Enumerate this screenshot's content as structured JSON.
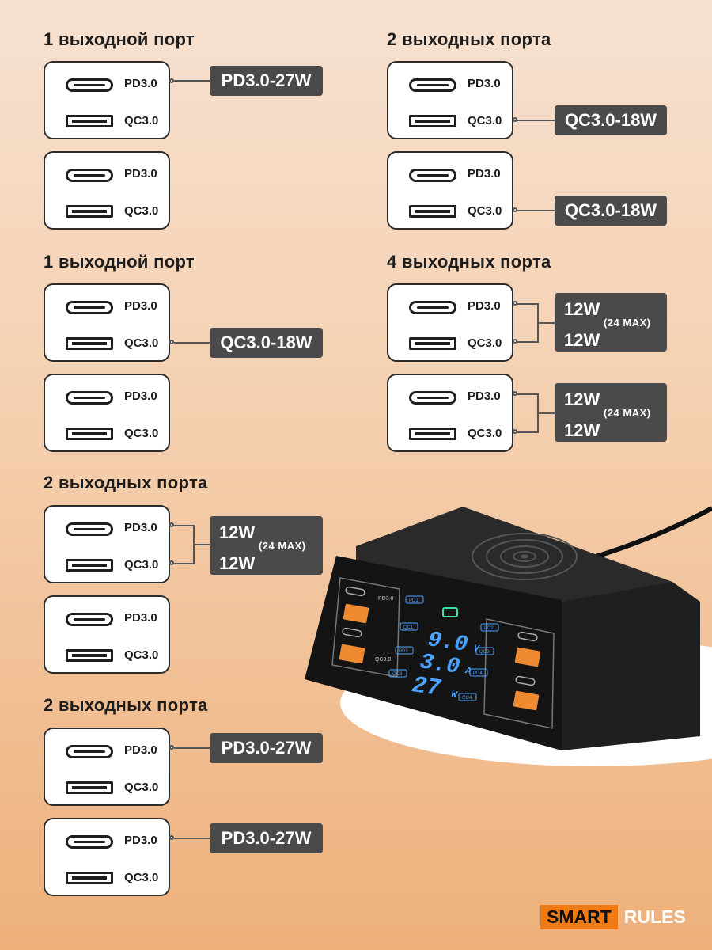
{
  "ports": {
    "pd": "PD3.0",
    "qc": "QC3.0"
  },
  "sections": {
    "s1": {
      "title": "1 выходной порт",
      "badge": "PD3.0-27W"
    },
    "s2": {
      "title": "2 выходных порта",
      "badge_a": "QC3.0-18W",
      "badge_b": "QC3.0-18W"
    },
    "s3": {
      "title": "1 выходной порт",
      "badge": "QC3.0-18W"
    },
    "s4": {
      "title": "4 выходных порта",
      "line1": "12W",
      "line2": "12W",
      "max": "(24 MAX)",
      "line3": "12W",
      "line4": "12W",
      "max2": "(24 MAX)"
    },
    "s5": {
      "title": "2 выходных порта",
      "line1": "12W",
      "line2": "12W",
      "max": "(24 MAX)"
    },
    "s6": {
      "title": "2 выходных порта",
      "badge_a": "PD3.0-27W",
      "badge_b": "PD3.0-27W"
    }
  },
  "device": {
    "display": {
      "volts": "9.0",
      "volts_unit": "V",
      "amps": "3.0",
      "amps_unit": "A",
      "watts": "27",
      "watts_unit": "W"
    },
    "port_tags": [
      "PD1",
      "QC1",
      "PD3",
      "QC3",
      "PD2",
      "QC2",
      "PD4",
      "QC4"
    ],
    "panel_pd": "PD3.0",
    "panel_qc": "QC3.0"
  },
  "brand": {
    "part1": "SMART",
    "part2": "RULES"
  },
  "colors": {
    "accent": "#f07a14",
    "badge": "#4a4a4a",
    "lcd": "#4aa3ff",
    "lcd_green": "#3fe0a0"
  }
}
